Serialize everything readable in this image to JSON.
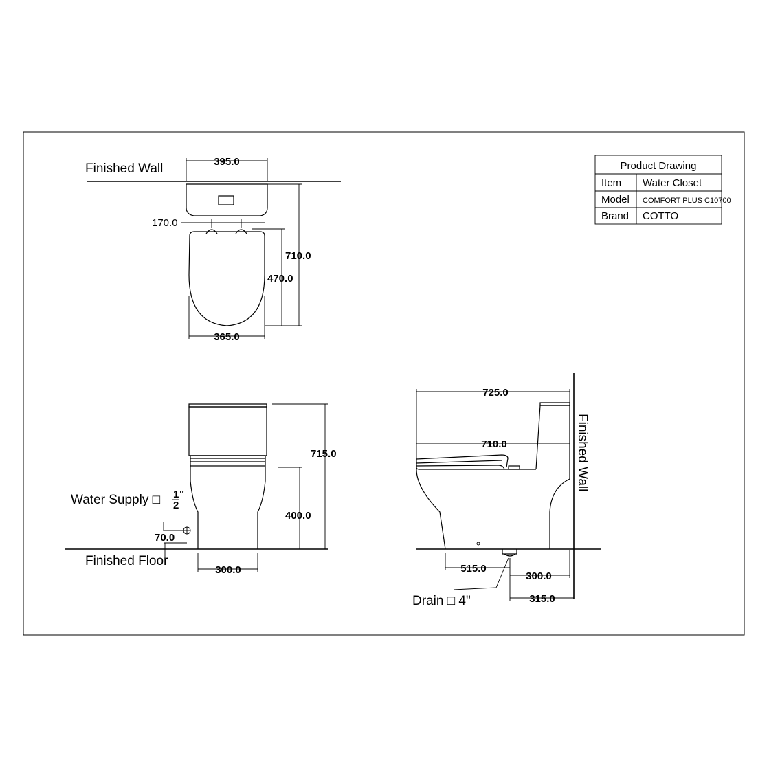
{
  "title_block": {
    "header": "Product Drawing",
    "rows": [
      {
        "label": "Item",
        "value": "Water Closet"
      },
      {
        "label": "Model",
        "value": "COMFORT PLUS C10700"
      },
      {
        "label": "Brand",
        "value": "COTTO"
      }
    ]
  },
  "labels": {
    "finished_wall_top": "Finished Wall",
    "finished_wall_side": "Finished Wall",
    "finished_floor": "Finished Floor",
    "water_supply": "Water Supply □",
    "water_supply_frac_num": "1",
    "water_supply_frac_den": "2",
    "water_supply_unit": "\"",
    "drain": "Drain □ 4\""
  },
  "dimensions": {
    "top_width": "395.0",
    "top_depth": "710.0",
    "seat_length": "470.0",
    "seat_width": "365.0",
    "inlet_offset": "170.0",
    "front_height": "715.0",
    "seat_height": "400.0",
    "supply_height": "70.0",
    "base_width": "300.0",
    "side_length": "725.0",
    "seat_side_length": "710.0",
    "drain_to_front": "515.0",
    "drain_to_wall": "300.0",
    "base_to_wall": "315.0"
  }
}
